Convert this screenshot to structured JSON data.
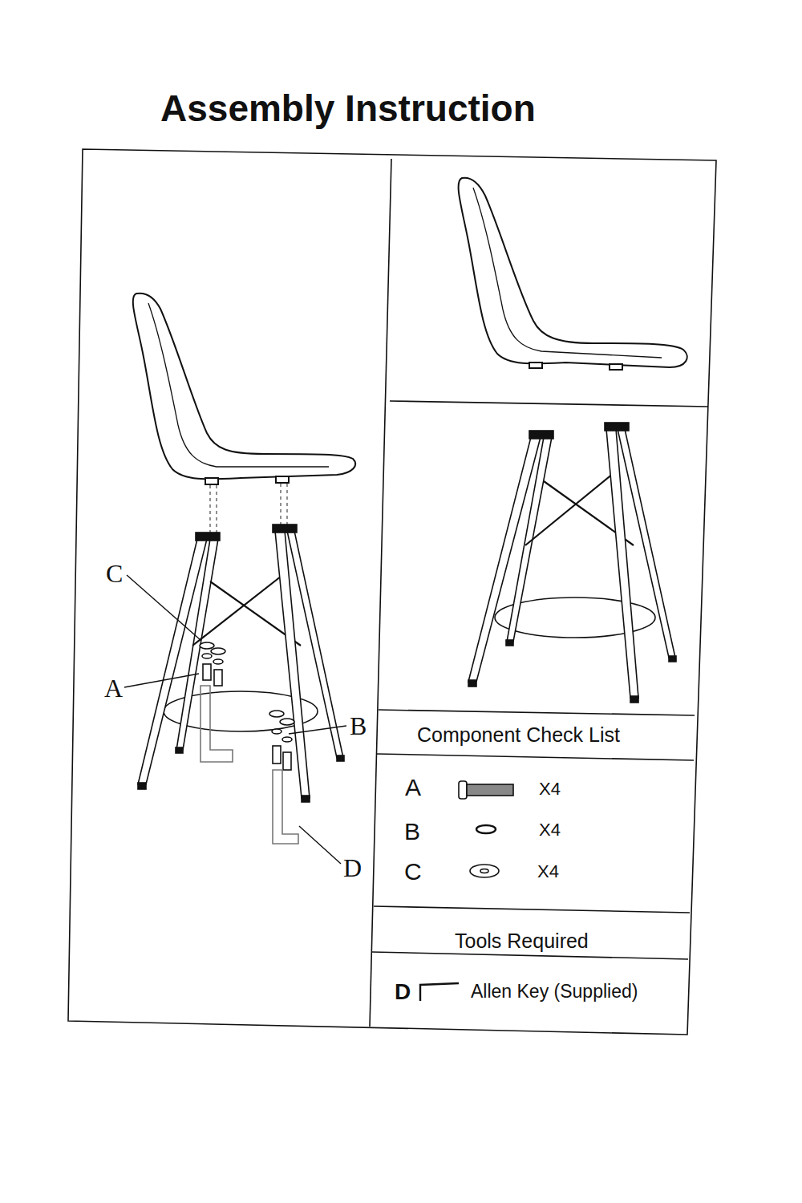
{
  "diagram": {
    "title": "Assembly Instruction",
    "labels": [
      "C",
      "A",
      "B",
      "D",
      "Component Check List",
      "A",
      "X4",
      "B",
      "X4",
      "C",
      "X4",
      "Tools Required",
      "D",
      "Allen Key (Supplied)"
    ]
  }
}
